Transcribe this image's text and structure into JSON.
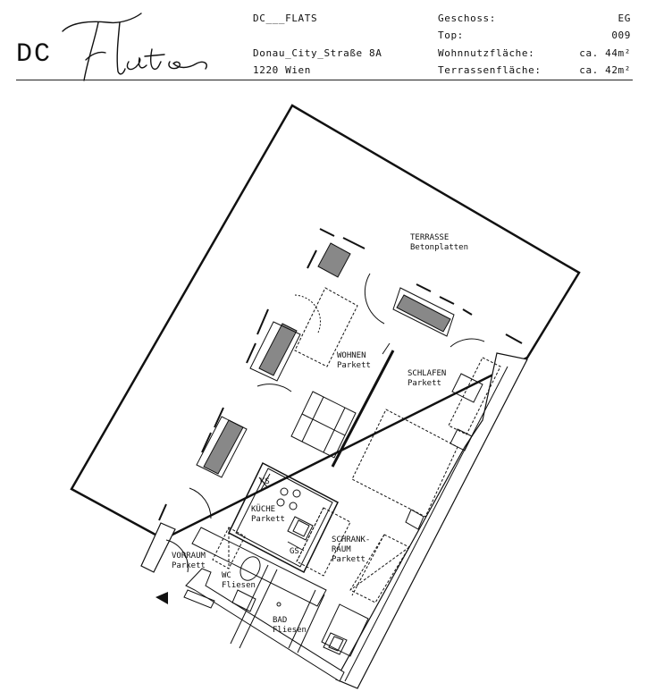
{
  "logo": {
    "prefix": "DC",
    "script": "Flats"
  },
  "project": {
    "brand": "DC___FLATS",
    "address_line1": "Donau_City_Straße 8A",
    "address_line2": "1220 Wien"
  },
  "meta": {
    "rows": [
      {
        "label": "Geschoss:",
        "value": "EG"
      },
      {
        "label": "Top:",
        "value": "009"
      },
      {
        "label": "Wohnnutzfläche:",
        "value": "ca. 44m²"
      },
      {
        "label": "Terrassenfläche:",
        "value": "ca. 42m²"
      }
    ]
  },
  "rooms": {
    "terrasse": {
      "name": "TERRASSE",
      "floor": "Betonplatten"
    },
    "wohnen": {
      "name": "WOHNEN",
      "floor": "Parkett"
    },
    "schlafen": {
      "name": "SCHLAFEN",
      "floor": "Parkett"
    },
    "kueche": {
      "name": "KÜCHE",
      "floor": "Parkett"
    },
    "schrankraum": {
      "name1": "SCHRANK-",
      "name2": "RAUM",
      "floor": "Parkett"
    },
    "vorraum": {
      "name": "VORRAUM",
      "floor": "Parkett"
    },
    "wc": {
      "name": "WC",
      "floor": "Fliesen"
    },
    "bad": {
      "name": "BAD",
      "floor": "Fliesen"
    }
  },
  "labels": {
    "ks": "KS",
    "gs": "GS"
  }
}
